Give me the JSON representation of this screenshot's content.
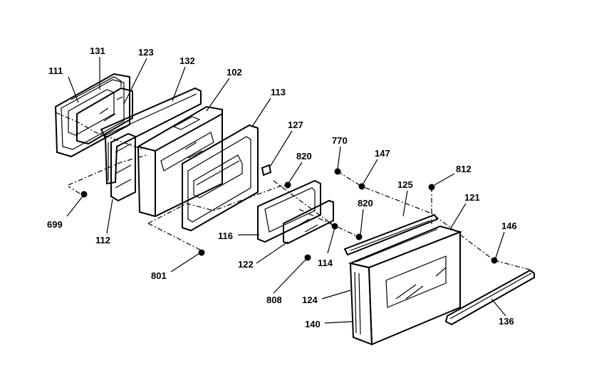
{
  "labels": {
    "p111": "111",
    "p131": "131",
    "p123": "123",
    "p132": "132",
    "p102": "102",
    "p113": "113",
    "p127": "127",
    "p820a": "820",
    "p770": "770",
    "p147": "147",
    "p812": "812",
    "p125": "125",
    "p121": "121",
    "p820b": "820",
    "p146": "146",
    "p699": "699",
    "p112": "112",
    "p116": "116",
    "p122": "122",
    "p114": "114",
    "p801": "801",
    "p808": "808",
    "p124": "124",
    "p140": "140",
    "p136": "136"
  }
}
